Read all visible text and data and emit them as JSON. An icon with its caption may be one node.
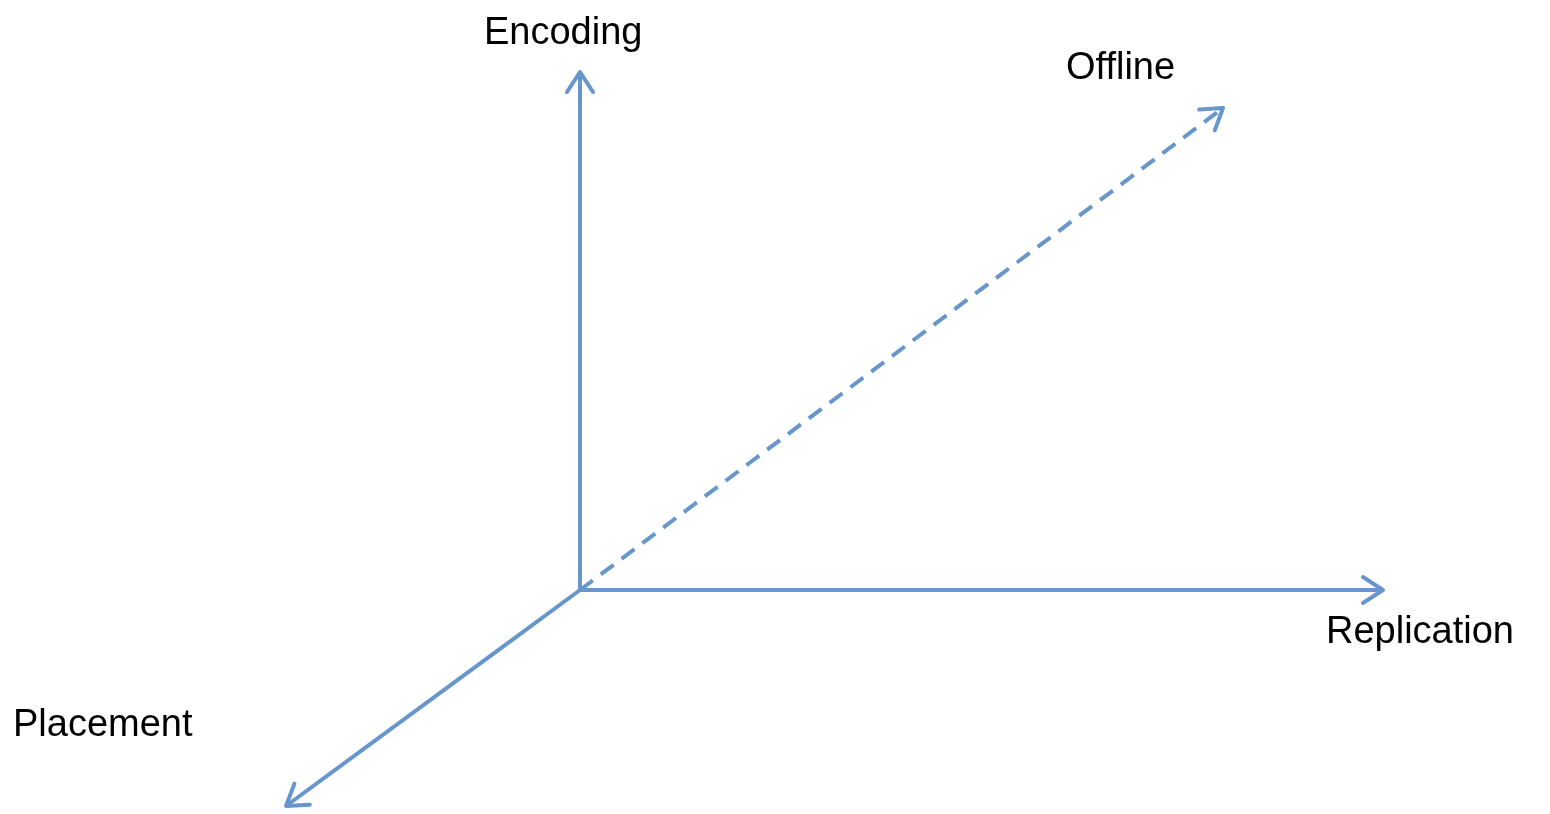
{
  "diagram": {
    "labels": [
      "Encoding",
      "Offline",
      "Replication",
      "Placement"
    ]
  }
}
